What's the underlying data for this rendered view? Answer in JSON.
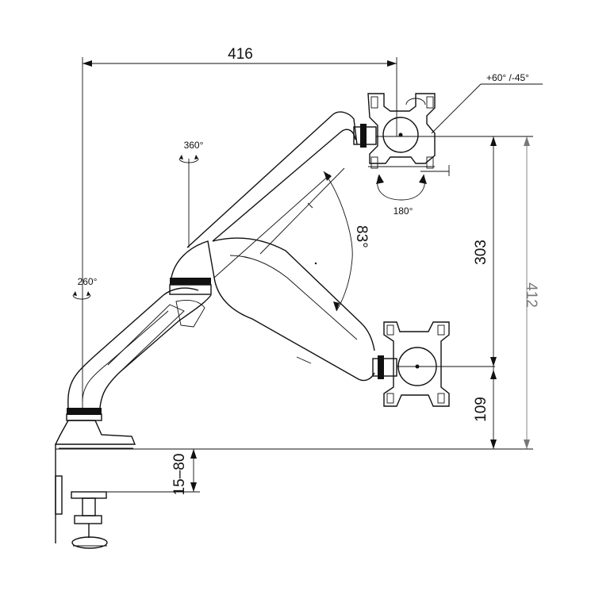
{
  "diagram": {
    "dimensions": {
      "reach": "416",
      "tilt_range": "+60° /-45°",
      "base_swivel": "360°",
      "arm_rotation": "260°",
      "head_rotation": "180°",
      "arm_angle": "83°",
      "upper_height": "303",
      "lower_height": "109",
      "total_height": "412",
      "desk_thickness": "15–80"
    },
    "colors": {
      "line": "#111111",
      "secondary": "#777777",
      "background": "#ffffff"
    }
  }
}
